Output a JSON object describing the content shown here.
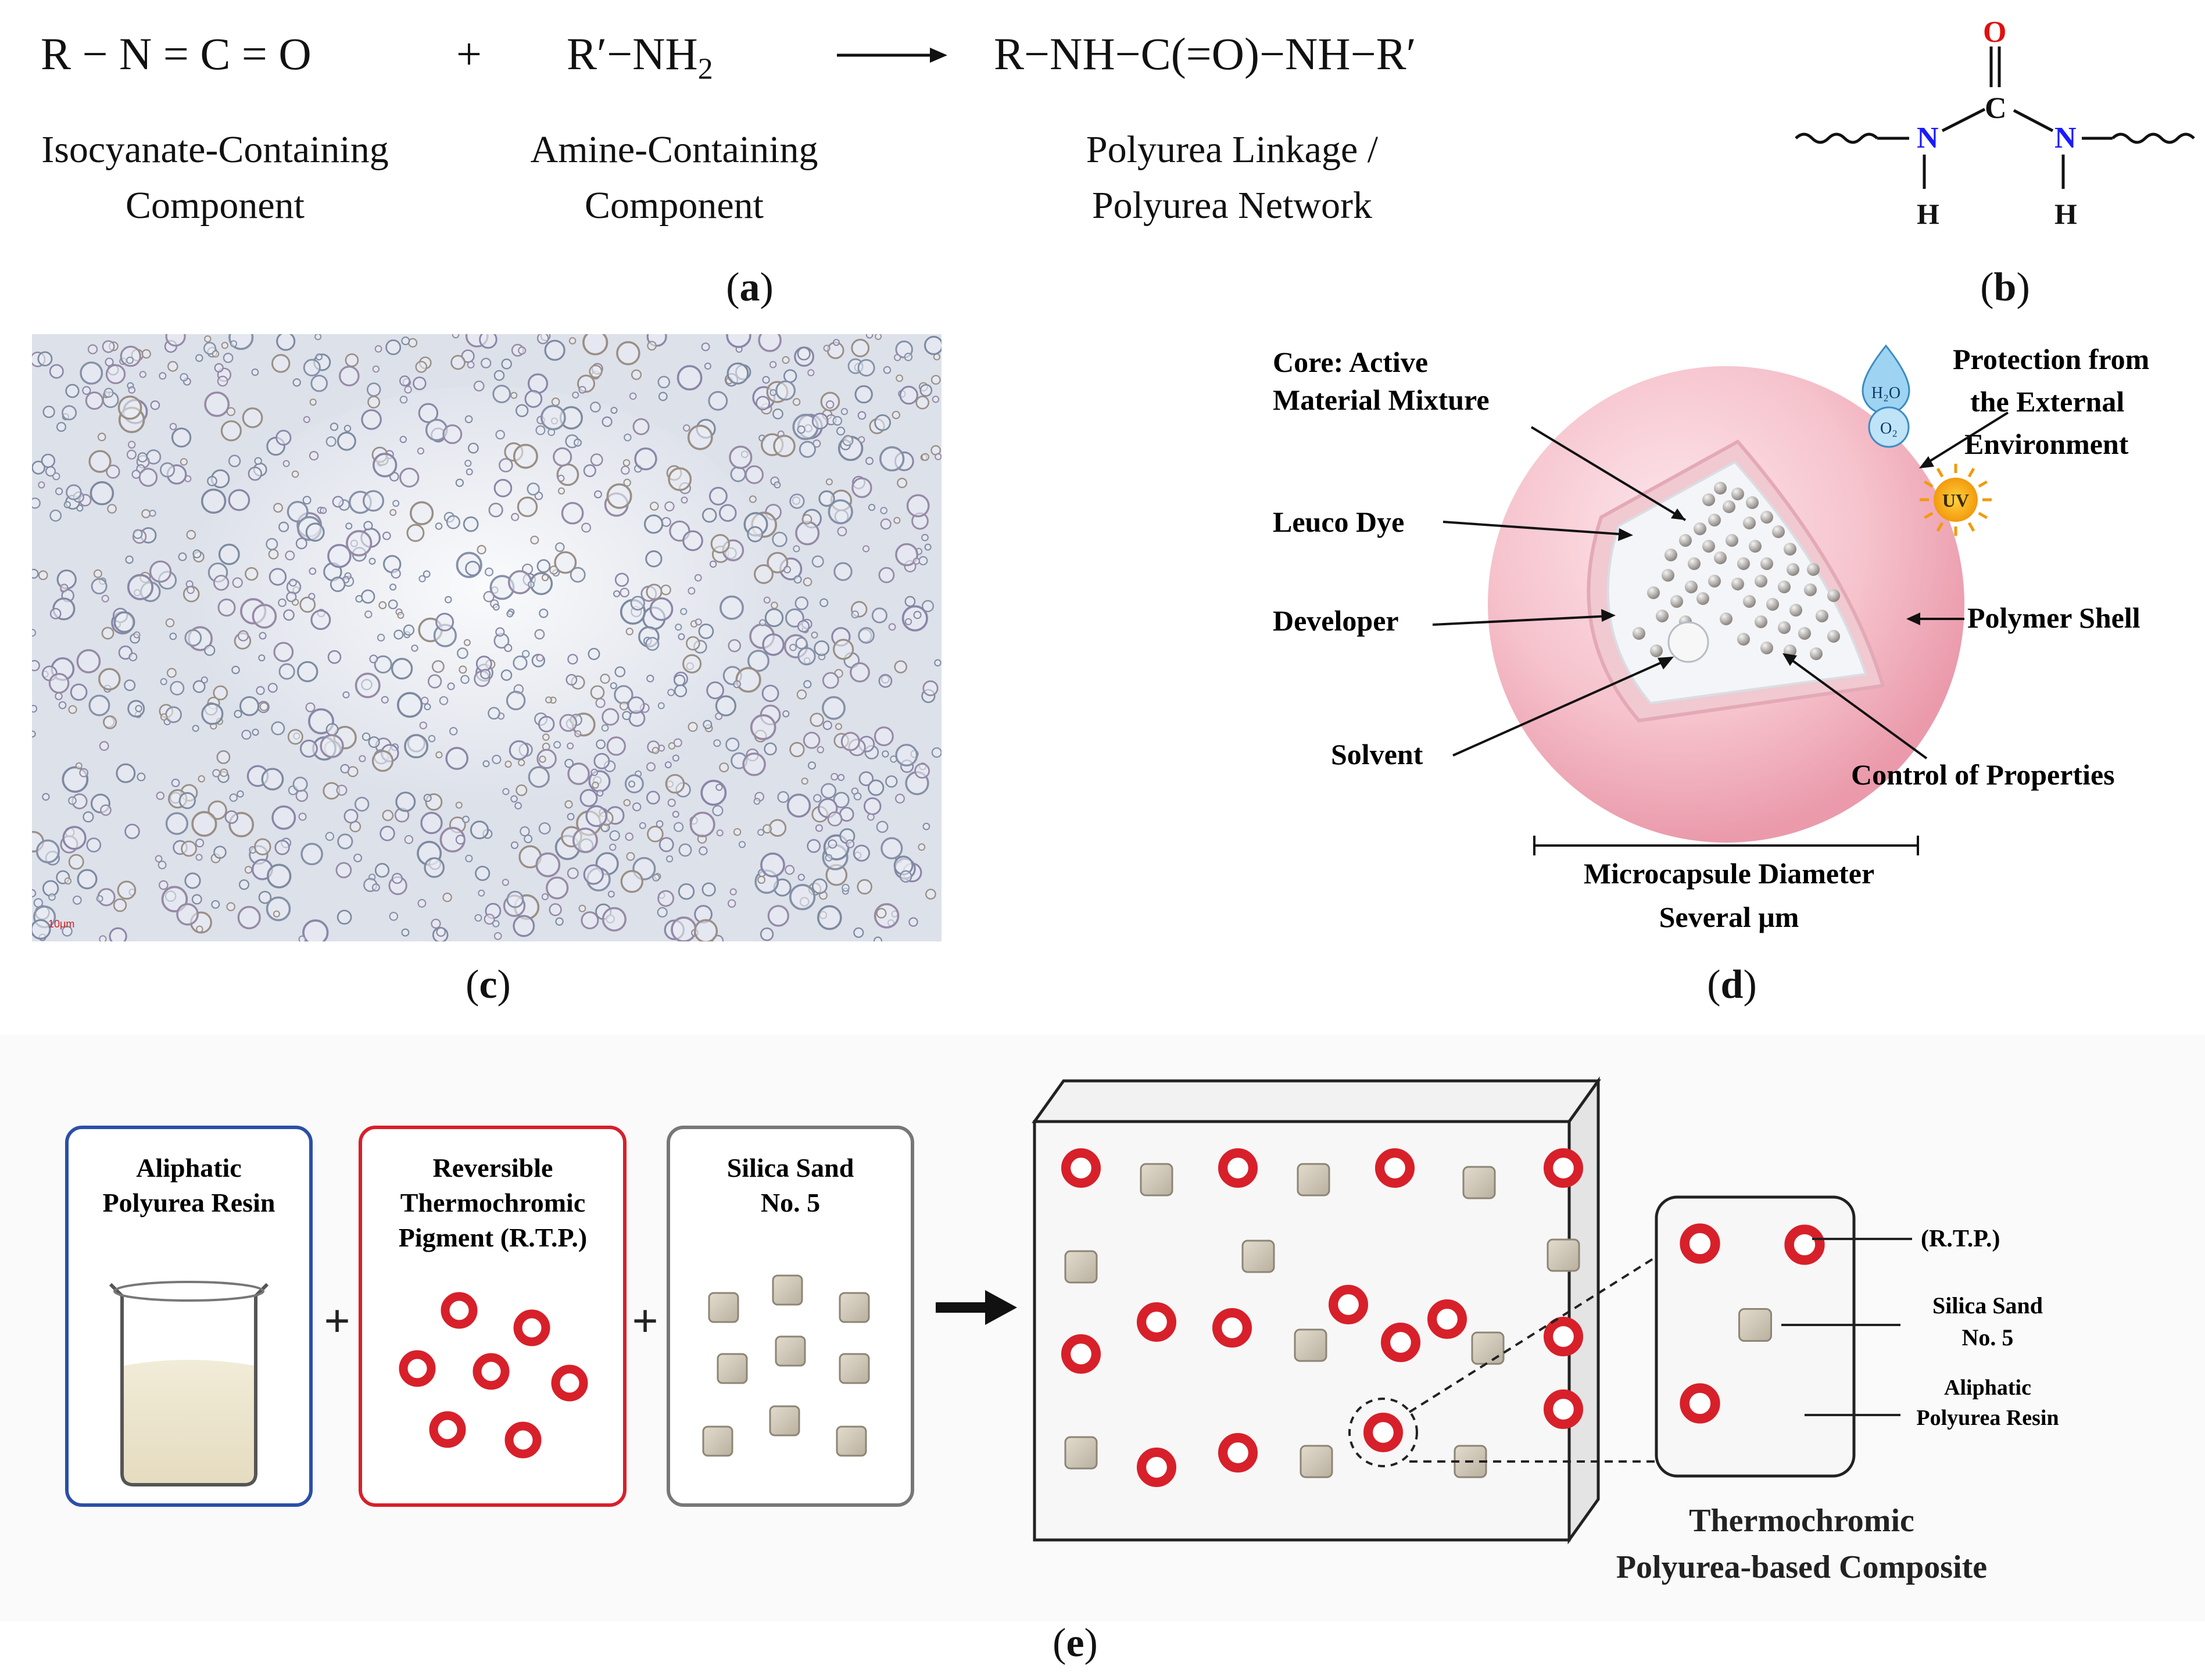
{
  "panel_a": {
    "isocyanate_formula": "R − N = C = O",
    "plus": "+",
    "amine_formula": "R′−NH",
    "amine_subscript": "2",
    "product_formula": "R−NH−C(=O)−NH−R′",
    "isocyanate_label_line1": "Isocyanate-Containing",
    "isocyanate_label_line2": "Component",
    "amine_label_line1": "Amine-Containing",
    "amine_label_line2": "Component",
    "product_label_line1": "Polyurea Linkage /",
    "product_label_line2": "Polyurea Network",
    "caption_open": "(",
    "caption_letter": "a",
    "caption_close": ")"
  },
  "panel_b": {
    "atom_o": "O",
    "atom_c": "C",
    "atom_n_left": "N",
    "atom_n_right": "N",
    "atom_h_left": "H",
    "atom_h_right": "H",
    "caption_letter": "b"
  },
  "panel_c": {
    "scale_bar": "10μm",
    "caption_letter": "c"
  },
  "panel_d": {
    "core_line1": "Core: Active",
    "core_line2": "Material Mixture",
    "leuco_dye": "Leuco Dye",
    "developer": "Developer",
    "solvent": "Solvent",
    "protection_line1": "Protection from",
    "protection_line2": "the External",
    "protection_line3": "Environment",
    "h2o": "H₂O",
    "o2": "O₂",
    "uv": "UV",
    "polymer_shell": "Polymer Shell",
    "control": "Control of Properties",
    "diameter_line1": "Microcapsule Diameter",
    "diameter_line2": "Several μm",
    "caption_letter": "d"
  },
  "panel_e": {
    "resin_line1": "Aliphatic",
    "resin_line2": "Polyurea Resin",
    "rtp_line1": "Reversible",
    "rtp_line2": "Thermochromic",
    "rtp_line3": "Pigment (R.T.P.)",
    "sand_line1": "Silica Sand",
    "sand_line2": "No. 5",
    "plus": "+",
    "legend_rtp": "(R.T.P.)",
    "legend_sand_line1": "Silica Sand",
    "legend_sand_line2": "No. 5",
    "legend_resin_line1": "Aliphatic",
    "legend_resin_line2": "Polyurea Resin",
    "composite_line1": "Thermochromic",
    "composite_line2": "Polyurea-based Composite",
    "caption_letter": "e"
  },
  "colors": {
    "nitrogen": "#1a1aff",
    "oxygen": "#e01010",
    "ring_red": "#d7202a",
    "sand": "#d6cfc0",
    "resin_box": "#2b4fa8",
    "rtp_box": "#d7202a",
    "shell_pink": "#f3b6c1"
  }
}
